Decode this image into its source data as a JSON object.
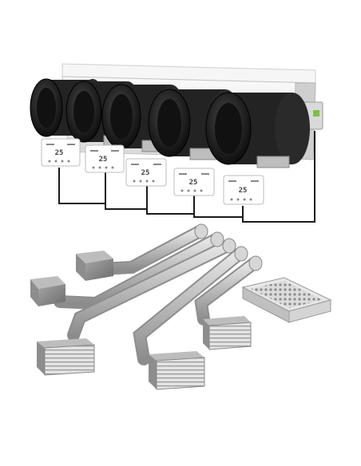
{
  "product": {
    "thermostats": [
      {
        "id": "zone-1",
        "temperature": "25"
      },
      {
        "id": "zone-2",
        "temperature": "25"
      },
      {
        "id": "zone-3",
        "temperature": "25"
      },
      {
        "id": "zone-4",
        "temperature": "25"
      },
      {
        "id": "zone-5",
        "temperature": "25"
      }
    ],
    "colors": {
      "housing": "#eeeeee",
      "damper": "#1c1c1c",
      "duct": "#c8c8c8",
      "grille": "#8a8a8a",
      "wire": "#1a1a1a"
    }
  }
}
